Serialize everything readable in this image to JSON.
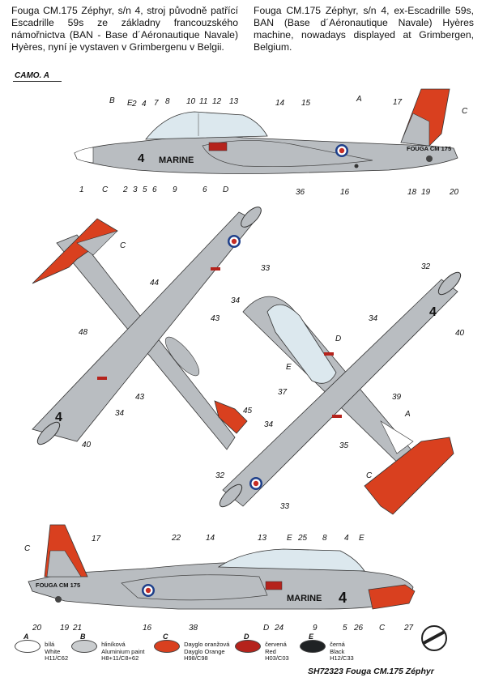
{
  "header": {
    "cz_text": "Fouga CM.175 Zéphyr, s/n 4, stroj původně patřící Escadrille 59s ze základny francouzského námořnictva (BAN - Base d´Aéronautique Navale) Hyères, nyní je vystaven v Grimbergenu v Belgii.",
    "en_text": "Fouga CM.175 Zéphyr, s/n 4, ex-Escadrille 59s, BAN (Base d´Aéronautique Navale) Hyères machine, nowadays displayed at Grimbergen, Belgium."
  },
  "camo_label": "CAMO. A",
  "markings": {
    "side_number": "4",
    "marine": "MARINE",
    "fin_code": "FOUGA CM 175",
    "fin_code_small": "FOUGA CM 175"
  },
  "callouts_top": [
    "B",
    "E",
    "2",
    "4",
    "7",
    "8",
    "10",
    "11",
    "12",
    "13",
    "14",
    "15",
    "A",
    "17",
    "C"
  ],
  "callouts_top_bottom": [
    "1",
    "C",
    "2",
    "3",
    "5",
    "6",
    "9",
    "6",
    "D",
    "36",
    "16",
    "18",
    "19",
    "20"
  ],
  "callouts_plan_left": [
    "C",
    "33",
    "44",
    "34",
    "43",
    "48",
    "43",
    "34",
    "45",
    "40"
  ],
  "callouts_plan_right": [
    "32",
    "40",
    "34",
    "D",
    "E",
    "37",
    "39",
    "A",
    "34",
    "35",
    "32",
    "33",
    "C"
  ],
  "callouts_bottom_top": [
    "C",
    "17",
    "22",
    "14",
    "13",
    "E",
    "25",
    "8",
    "4",
    "E"
  ],
  "callouts_bottom_bottom": [
    "20",
    "19",
    "21",
    "16",
    "38",
    "D",
    "24",
    "9",
    "5",
    "26",
    "C",
    "27"
  ],
  "legend": [
    {
      "letter": "A",
      "cz": "bílá",
      "en": "White",
      "code": "H11/C62",
      "color": "#ffffff"
    },
    {
      "letter": "B",
      "cz": "hliníková",
      "en": "Aluminium paint",
      "code": "H8+11/C8+62",
      "color": "#c9ccce"
    },
    {
      "letter": "C",
      "cz": "Dayglo oranžová",
      "en": "Dayglo Orange",
      "code": "H98/C98",
      "color": "#d9401f"
    },
    {
      "letter": "D",
      "cz": "červená",
      "en": "Red",
      "code": "H03/C03",
      "color": "#b5231c"
    },
    {
      "letter": "E",
      "cz": "černá",
      "en": "Black",
      "code": "H12/C33",
      "color": "#1f2224"
    }
  ],
  "footer": "SH72323 Fouga CM.175 Zéphyr",
  "colors": {
    "body": "#b9bdc1",
    "orange": "#d9401f",
    "red": "#b5231c",
    "canopy": "#dce8ee"
  }
}
